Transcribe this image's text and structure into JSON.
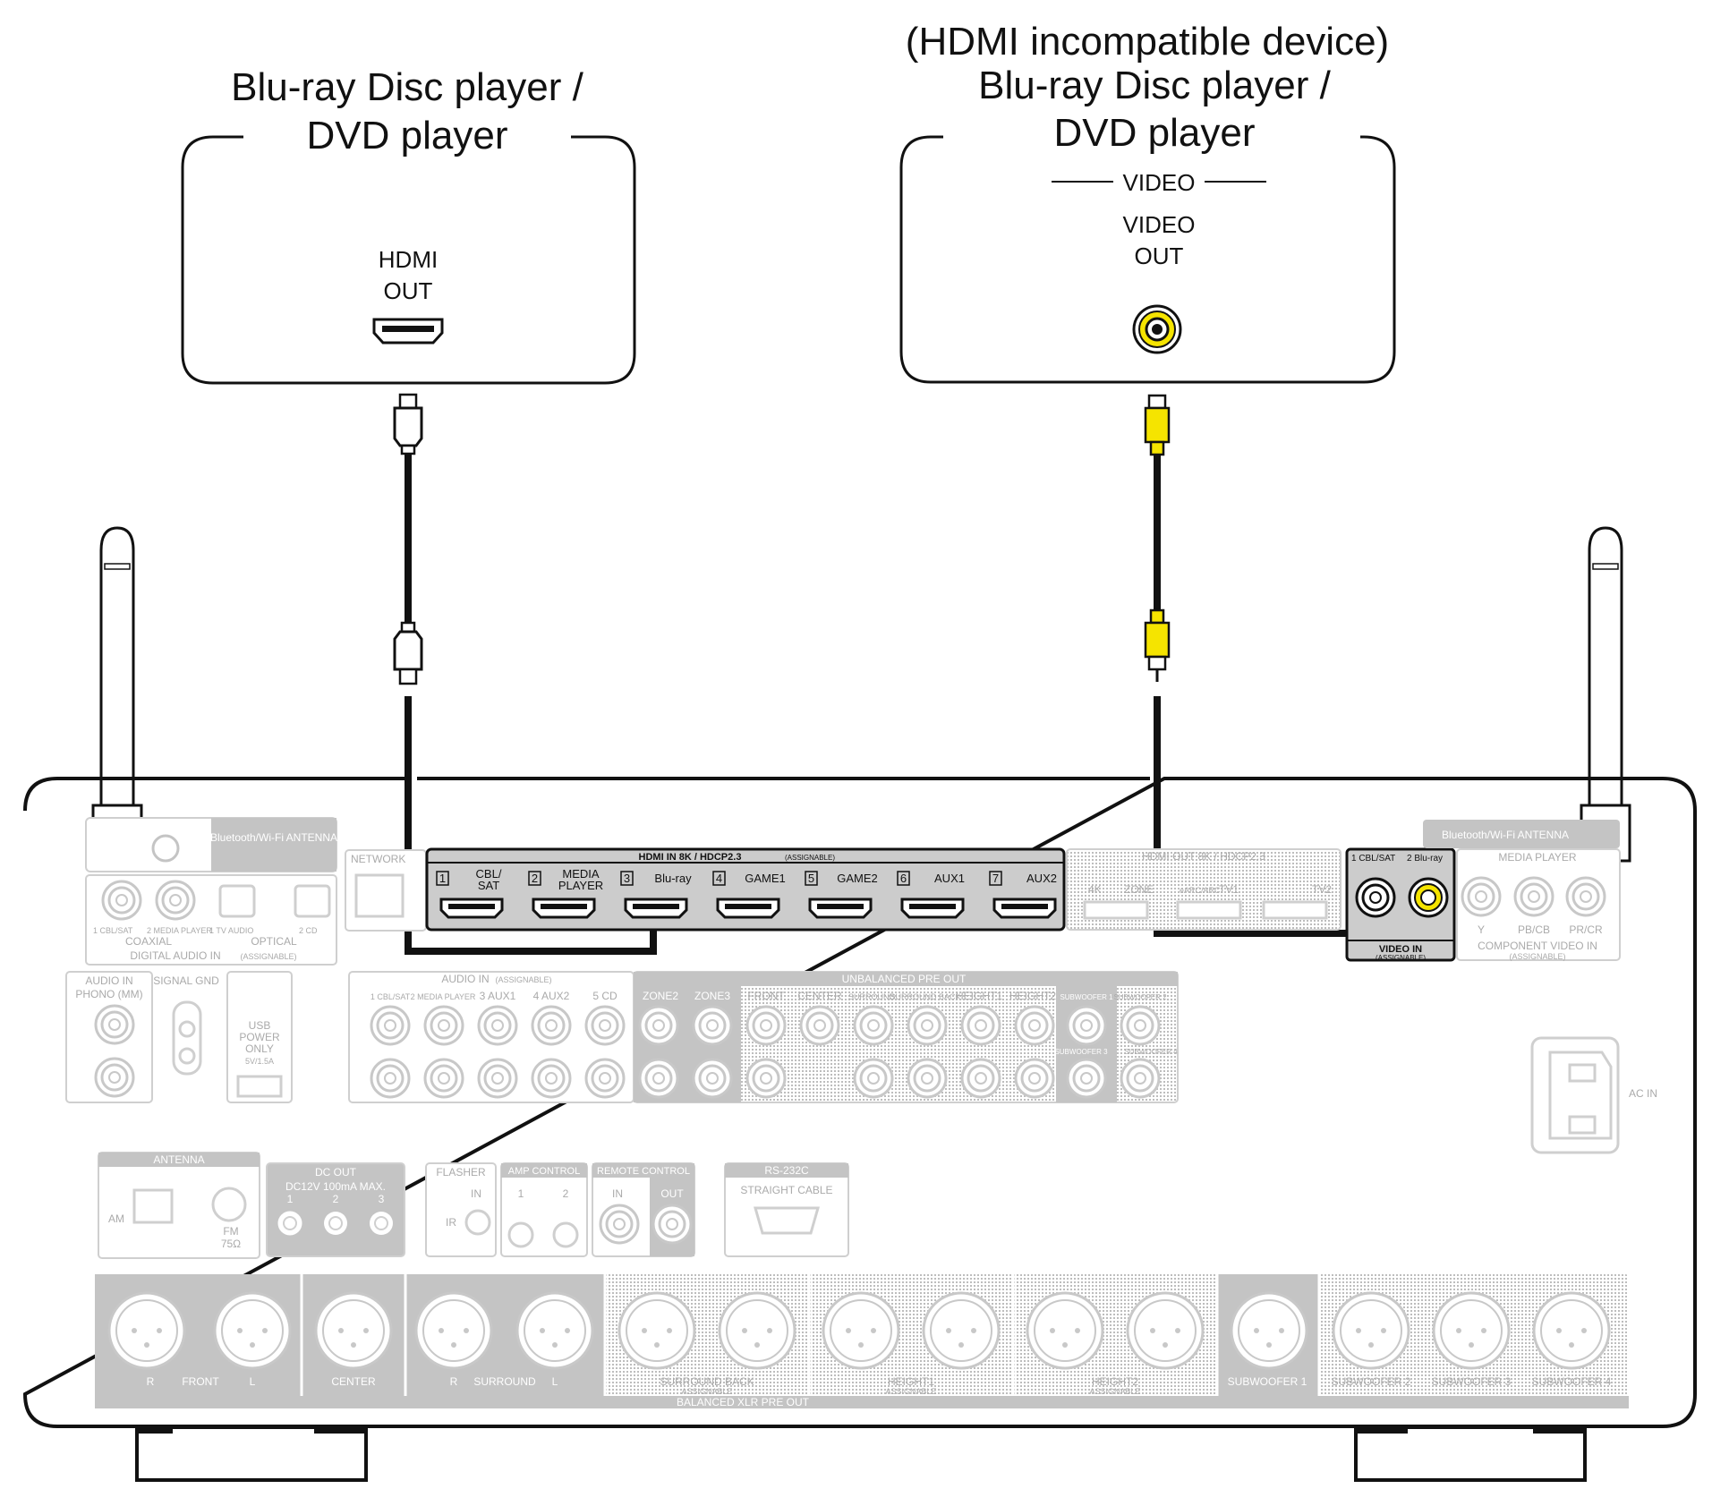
{
  "device_left": {
    "title_line1": "Blu-ray Disc player /",
    "title_line2": "DVD player",
    "port_line1": "HDMI",
    "port_line2": "OUT"
  },
  "device_right": {
    "note": "(HDMI incompatible device)",
    "title_line1": "Blu-ray Disc player /",
    "title_line2": "DVD player",
    "section": "VIDEO",
    "port_line1": "VIDEO",
    "port_line2": "OUT"
  },
  "receiver": {
    "hdmi_in": {
      "header": "HDMI IN  8K / HDCP2.3",
      "assignable": "(ASSIGNABLE)",
      "inputs": [
        {
          "num": "1",
          "label": "CBL/",
          "label2": "SAT"
        },
        {
          "num": "2",
          "label": "MEDIA",
          "label2": "PLAYER"
        },
        {
          "num": "3",
          "label": "Blu-ray",
          "label2": ""
        },
        {
          "num": "4",
          "label": "GAME1",
          "label2": ""
        },
        {
          "num": "5",
          "label": "GAME2",
          "label2": ""
        },
        {
          "num": "6",
          "label": "AUX1",
          "label2": ""
        },
        {
          "num": "7",
          "label": "AUX2",
          "label2": ""
        }
      ]
    },
    "hdmi_out": {
      "header": "HDMI OUT  8K / HDCP2.3",
      "labels": [
        "4K",
        "ZONE",
        "eARC/ARC",
        "TV1",
        "TV2"
      ]
    },
    "video_in": {
      "inputs": [
        "1 CBL/SAT",
        "2 Blu-ray"
      ],
      "label": "VIDEO IN",
      "assignable": "(ASSIGNABLE)"
    },
    "component": {
      "header": "MEDIA PLAYER",
      "ports": [
        "Y",
        "PB/CB",
        "PR/CR"
      ],
      "label": "COMPONENT VIDEO IN",
      "assignable": "(ASSIGNABLE)"
    },
    "antenna_bt_left": "Bluetooth/Wi-Fi ANTENNA",
    "antenna_bt_right": "Bluetooth/Wi-Fi ANTENNA",
    "network": "NETWORK",
    "digital_audio": {
      "ports": [
        "1 CBL/SAT",
        "2 MEDIA PLAYER",
        "1 TV AUDIO",
        "2 CD"
      ],
      "coaxial": "COAXIAL",
      "optical": "OPTICAL",
      "label": "DIGITAL AUDIO IN",
      "assignable": "(ASSIGNABLE)"
    },
    "phono": {
      "header": "AUDIO IN",
      "sub": "PHONO (MM)"
    },
    "signal_gnd": "SIGNAL GND",
    "usb": {
      "line1": "USB",
      "line2": "POWER",
      "line3": "ONLY",
      "line4": "5V/1.5A"
    },
    "audio_in": {
      "header": "AUDIO IN",
      "assignable": "(ASSIGNABLE)",
      "ports": [
        "1 CBL/SAT",
        "2 MEDIA PLAYER",
        "3 AUX1",
        "4 AUX2",
        "5 CD"
      ]
    },
    "unbalanced": {
      "header": "UNBALANCED PRE OUT",
      "zones": [
        "ZONE2",
        "ZONE3"
      ],
      "channels": [
        "FRONT",
        "CENTER",
        "SURROUND",
        "SURROUND BACK",
        "HEIGHT1",
        "HEIGHT2",
        "SUBWOOFER 1",
        "SUBWOOFER 2"
      ],
      "sub_lower": [
        "SUBWOOFER 3",
        "SUBWOOFER 4"
      ]
    },
    "ac_in": "AC IN",
    "antenna": {
      "header": "ANTENNA",
      "am": "AM",
      "fm": "FM",
      "fm2": "75Ω"
    },
    "dc_out": {
      "header": "DC OUT",
      "spec": "DC12V 100mA MAX.",
      "ports": [
        "1",
        "2",
        "3"
      ]
    },
    "flasher": {
      "header": "FLASHER",
      "in": "IN",
      "ir": "IR"
    },
    "amp_control": {
      "header": "AMP CONTROL",
      "ports": [
        "1",
        "2"
      ]
    },
    "remote_control": {
      "header": "REMOTE CONTROL",
      "in": "IN",
      "out": "OUT"
    },
    "rs232c": {
      "header": "RS-232C",
      "sub": "STRAIGHT CABLE"
    },
    "balanced": {
      "label": "BALANCED XLR PRE OUT",
      "groups": [
        "FRONT",
        "CENTER",
        "SURROUND",
        "SURROUND BACK",
        "HEIGHT1",
        "HEIGHT2",
        "SUBWOOFER 1",
        "SUBWOOFER 2",
        "SUBWOOFER 3",
        "SUBWOOFER 4"
      ],
      "assignable": "ASSIGNABLE",
      "r": "R",
      "l": "L"
    }
  }
}
